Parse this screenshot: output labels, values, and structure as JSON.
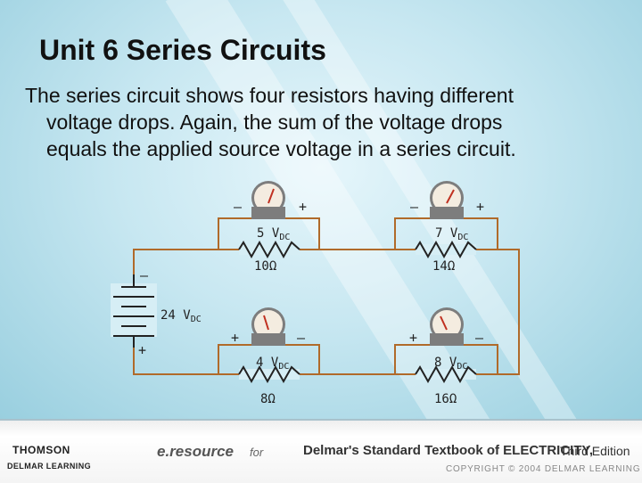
{
  "slide": {
    "title": "Unit 6  Series Circuits",
    "body_lines": [
      "The series circuit shows four resistors having different",
      "voltage drops. Again, the sum of the voltage drops",
      "equals the applied source voltage in a series circuit."
    ]
  },
  "circuit": {
    "source": {
      "value": "24",
      "unit": "V",
      "sub": "DC",
      "minus": "–",
      "plus": "+"
    },
    "meters": [
      {
        "reading": "5",
        "unit": "V",
        "sub": "DC",
        "resistance": "10Ω",
        "left_sign": "–",
        "right_sign": "+"
      },
      {
        "reading": "7",
        "unit": "V",
        "sub": "DC",
        "resistance": "14Ω",
        "left_sign": "–",
        "right_sign": "+"
      },
      {
        "reading": "4",
        "unit": "V",
        "sub": "DC",
        "resistance": "8Ω",
        "left_sign": "+",
        "right_sign": "–"
      },
      {
        "reading": "8",
        "unit": "V",
        "sub": "DC",
        "resistance": "16Ω",
        "left_sign": "+",
        "right_sign": "–"
      }
    ]
  },
  "footer": {
    "publisher": "THOMSON",
    "imprint": "DELMAR LEARNING",
    "eresource": "e.resource",
    "for_label": "for",
    "book_title": "Delmar's Standard Textbook of ELECTRICITY,",
    "edition": "Third Edition",
    "copyright": "COPYRIGHT © 2004 DELMAR LEARNING"
  },
  "colors": {
    "wire": "#b06a2a",
    "meter_face": "#f4ece0",
    "meter_ring": "#8f8f8f",
    "needle": "#c03020"
  }
}
